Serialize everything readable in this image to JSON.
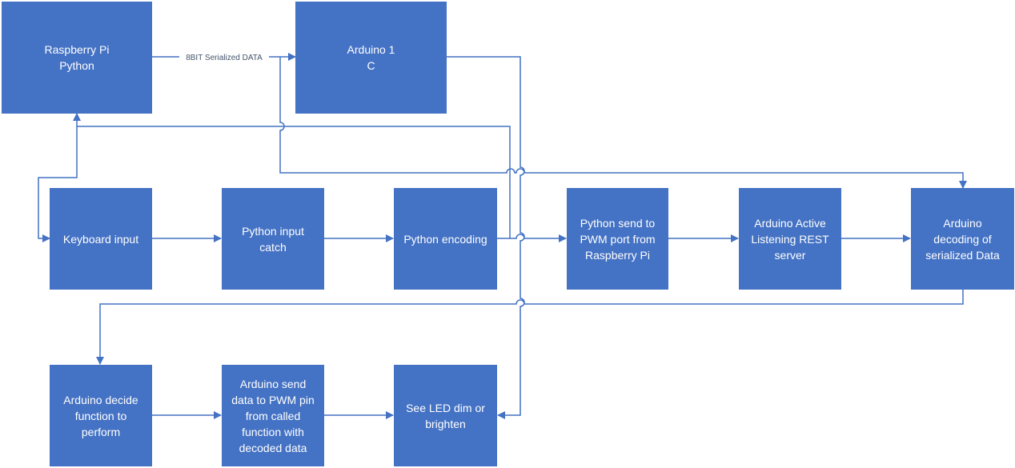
{
  "nodes": {
    "raspberry_pi": "Raspberry Pi\nPython",
    "arduino1": "Arduino 1\nC",
    "keyboard_input": "Keyboard input",
    "python_input_catch": "Python input\ncatch",
    "python_encoding": "Python encoding",
    "python_send": "Python send to\nPWM port from\nRaspberry Pi",
    "arduino_listening": "Arduino Active\nListening REST\nserver",
    "arduino_decoding": "Arduino\ndecoding of\nserialized Data",
    "arduino_decide": "Arduino decide\nfunction to\nperform",
    "arduino_send": "Arduino send\ndata to PWM pin\nfrom called\nfunction with\ndecoded data",
    "led": "See LED dim or\nbrighten"
  },
  "edges": {
    "serial_label": "8BIT Serialized DATA"
  },
  "colors": {
    "box_fill": "#4472c4",
    "connector": "#4472c4",
    "box_text": "#ffffff",
    "label_text": "#44546a"
  }
}
